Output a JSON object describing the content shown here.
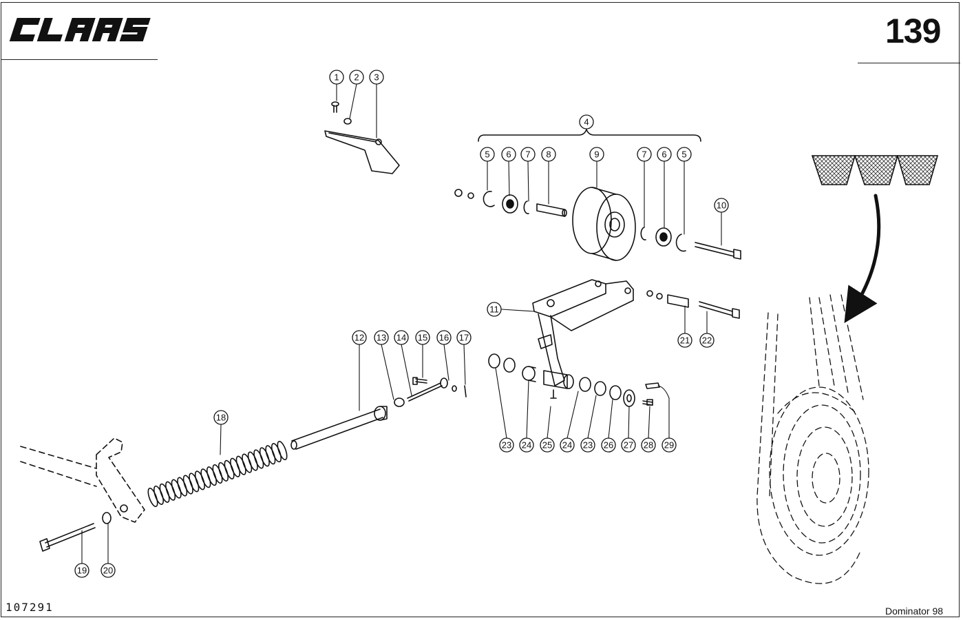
{
  "header": {
    "brand": "CLAAS",
    "page_number": "139"
  },
  "footer": {
    "drawing_code": "107291",
    "model": "Dominator 98"
  },
  "callouts": [
    "1",
    "2",
    "3",
    "4",
    "5",
    "6",
    "7",
    "8",
    "9",
    "7",
    "6",
    "5",
    "10",
    "11",
    "21",
    "22",
    "12",
    "13",
    "14",
    "15",
    "16",
    "17",
    "18",
    "23",
    "24",
    "25",
    "24",
    "23",
    "26",
    "27",
    "28",
    "29",
    "19",
    "20"
  ],
  "icons": {
    "logo": "claas-logo",
    "belt": "v-belt-cross-section-icon",
    "arrow": "curved-arrow-icon"
  }
}
